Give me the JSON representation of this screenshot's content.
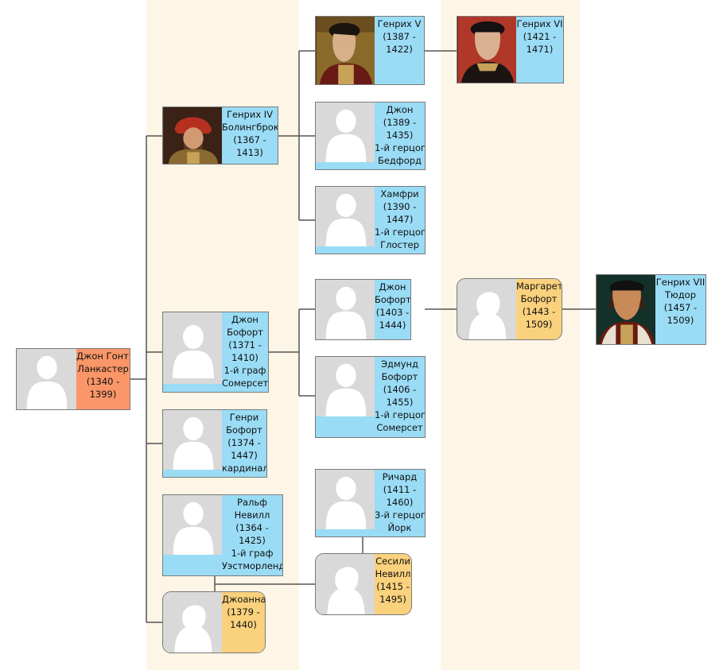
{
  "colors": {
    "male": "#9adcf6",
    "female": "#fad17c",
    "root": "#fa9668",
    "generation_band": "#fdf5e6"
  },
  "people": {
    "john_gaunt": {
      "lines": [
        "Джон Гонт,",
        "Ланкастер",
        "(1340 -",
        "1399)"
      ],
      "photo": "silhouette"
    },
    "henry4": {
      "lines": [
        "Генрих IV",
        "Болингброк",
        "(1367 -",
        "1413)"
      ],
      "photo": "portrait"
    },
    "john_beaufort_1": {
      "lines": [
        "Джон",
        "Бофорт",
        "(1371 -",
        "1410)",
        "1-й граф",
        "Сомерсет"
      ],
      "photo": "silhouette"
    },
    "henry_beaufort": {
      "lines": [
        "Генри",
        "Бофорт",
        "(1374 -",
        "1447)",
        "кардинал"
      ],
      "photo": "silhouette"
    },
    "ralph_neville": {
      "lines": [
        "Ральф",
        "Невилл",
        "(1364 -",
        "1425)",
        "1-й граф",
        "Уэстморленд"
      ],
      "photo": "silhouette"
    },
    "joan": {
      "lines": [
        "Джоанна",
        "(1379 -",
        "1440)"
      ],
      "photo": "silhouette"
    },
    "henry5": {
      "lines": [
        "Генрих V",
        "(1387 -",
        "1422)"
      ],
      "photo": "portrait"
    },
    "john_bedford": {
      "lines": [
        "Джон",
        "(1389 -",
        "1435)",
        "1-й герцог",
        "Бедфорд"
      ],
      "photo": "silhouette"
    },
    "humphrey": {
      "lines": [
        "Хамфри",
        "(1390 -",
        "1447)",
        "1-й герцог",
        "Глостер"
      ],
      "photo": "silhouette"
    },
    "john_beaufort_2": {
      "lines": [
        "Джон",
        "Бофорт",
        "(1403 -",
        "1444)"
      ],
      "photo": "silhouette"
    },
    "edmund_beaufort": {
      "lines": [
        "Эдмунд",
        "Бофорт",
        "(1406 -",
        "1455)",
        "1-й герцог",
        "Сомерсет"
      ],
      "photo": "silhouette"
    },
    "richard_york": {
      "lines": [
        "Ричард",
        "(1411 -",
        "1460)",
        "3-й герцог",
        "Йорк"
      ],
      "photo": "silhouette"
    },
    "cecily": {
      "lines": [
        "Сесили",
        "Невилл",
        "(1415 -",
        "1495)"
      ],
      "photo": "silhouette"
    },
    "henry6": {
      "lines": [
        "Генрих VI",
        "(1421 -",
        "1471)"
      ],
      "photo": "portrait"
    },
    "margaret": {
      "lines": [
        "Маргарет",
        "Бофорт",
        "(1443 -",
        "1509)"
      ],
      "photo": "silhouette"
    },
    "henry7": {
      "lines": [
        "Генрих VII",
        "Тюдор",
        "(1457 -",
        "1509)"
      ],
      "photo": "portrait"
    }
  }
}
